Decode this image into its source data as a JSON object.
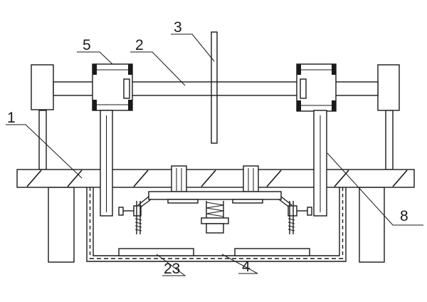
{
  "labels": {
    "base": "1",
    "shaft": "2",
    "blade": "3",
    "box": "4",
    "bearing": "5",
    "rod": "8",
    "bottom_plate": "23"
  }
}
